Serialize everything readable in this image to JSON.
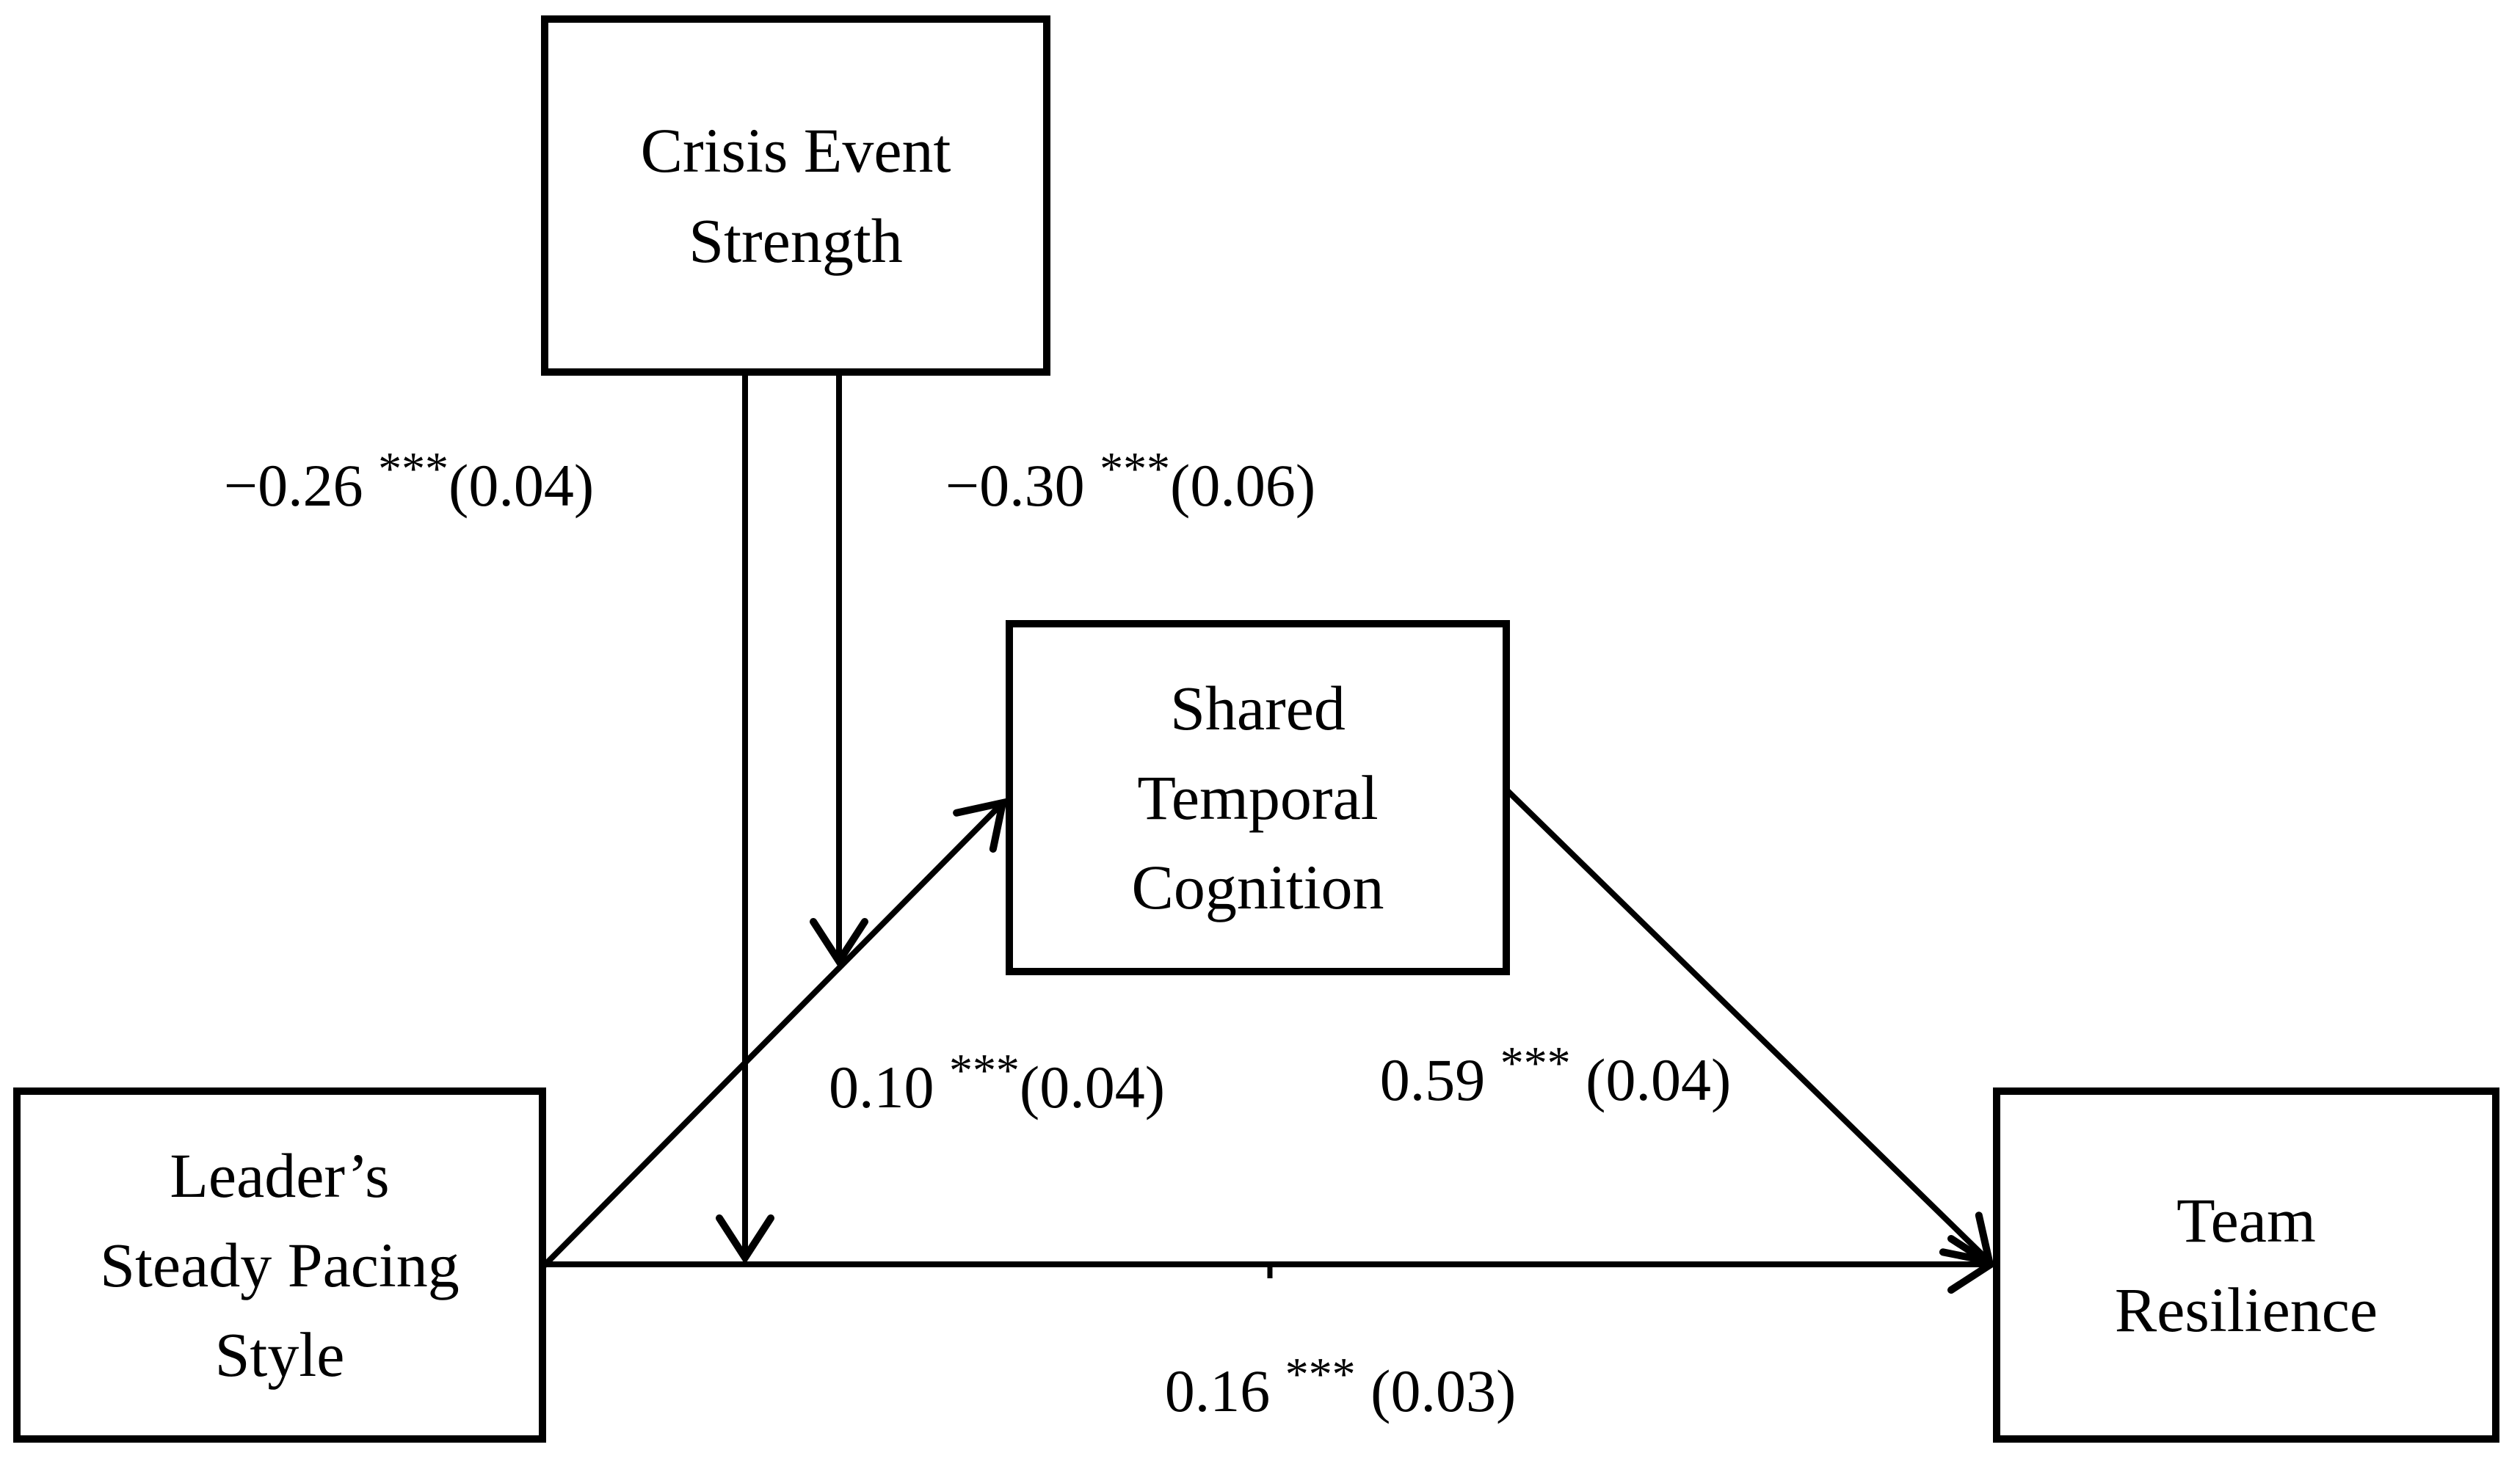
{
  "colors": {
    "ink": "#000000",
    "background": "#ffffff"
  },
  "nodes": {
    "crisis_event_strength": {
      "lines": [
        "Crisis Event",
        "Strength"
      ]
    },
    "shared_temporal_cognition": {
      "lines": [
        "Shared",
        "Temporal",
        "Cognition"
      ]
    },
    "leaders_steady_pacing_style": {
      "lines": [
        "Leader’s",
        "Steady Pacing",
        "Style"
      ]
    },
    "team_resilience": {
      "lines": [
        "Team",
        "Resilience"
      ]
    }
  },
  "edges": {
    "a_path": {
      "from": "leaders_steady_pacing_style",
      "to": "shared_temporal_cognition",
      "coef": "0.10 ",
      "stars": "***",
      "se": "(0.04)"
    },
    "b_path": {
      "from": "shared_temporal_cognition",
      "to": "team_resilience",
      "coef": "0.59 ",
      "stars": "***",
      "se": " (0.04)"
    },
    "direct_path": {
      "from": "leaders_steady_pacing_style",
      "to": "team_resilience",
      "coef": "0.16 ",
      "stars": "***",
      "se": " (0.03)"
    },
    "moderation_of_direct_path": {
      "from": "crisis_event_strength",
      "to": "direct_path",
      "coef": "−0.26 ",
      "stars": "***",
      "se": "(0.04)"
    },
    "moderation_of_a_path": {
      "from": "crisis_event_strength",
      "to": "a_path",
      "coef": "−0.30 ",
      "stars": "***",
      "se": "(0.06)"
    }
  }
}
